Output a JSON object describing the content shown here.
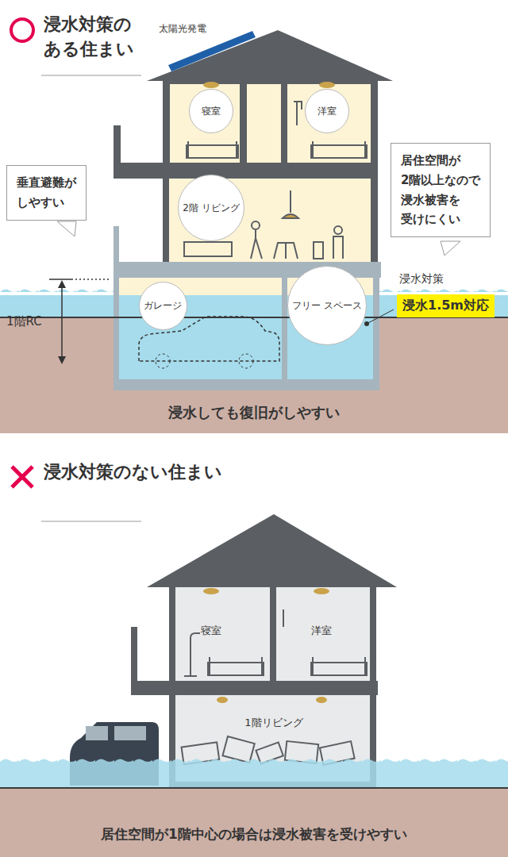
{
  "diagram": {
    "nodes": [
      {
        "text": [
          "寝室"
        ]
      },
      {
        "text": [
          "洋室"
        ]
      },
      {
        "text": [
          "2階 リビング"
        ]
      },
      {
        "text": [
          "垂直避難が しやすい"
        ]
      },
      {
        "text": [
          "居住空間が 2階以上なので 浸水被害を 受けにくい"
        ]
      },
      {
        "text": [
          "ガレージ"
        ]
      },
      {
        "text": [
          "フリー スペース"
        ]
      },
      {
        "text": [
          "浸水1.5m対応"
        ]
      }
    ],
    "labels": [
      "浸水対策の ある住まい",
      "太陽光発電",
      "1階RC",
      "浸水対策",
      "浸水しても復旧がしやすい",
      "浸水対策のない住まい",
      "寝室",
      "洋室",
      "1階リビング",
      "居住空間が1階中心の場合は浸水被害を受けやすい"
    ]
  }
}
